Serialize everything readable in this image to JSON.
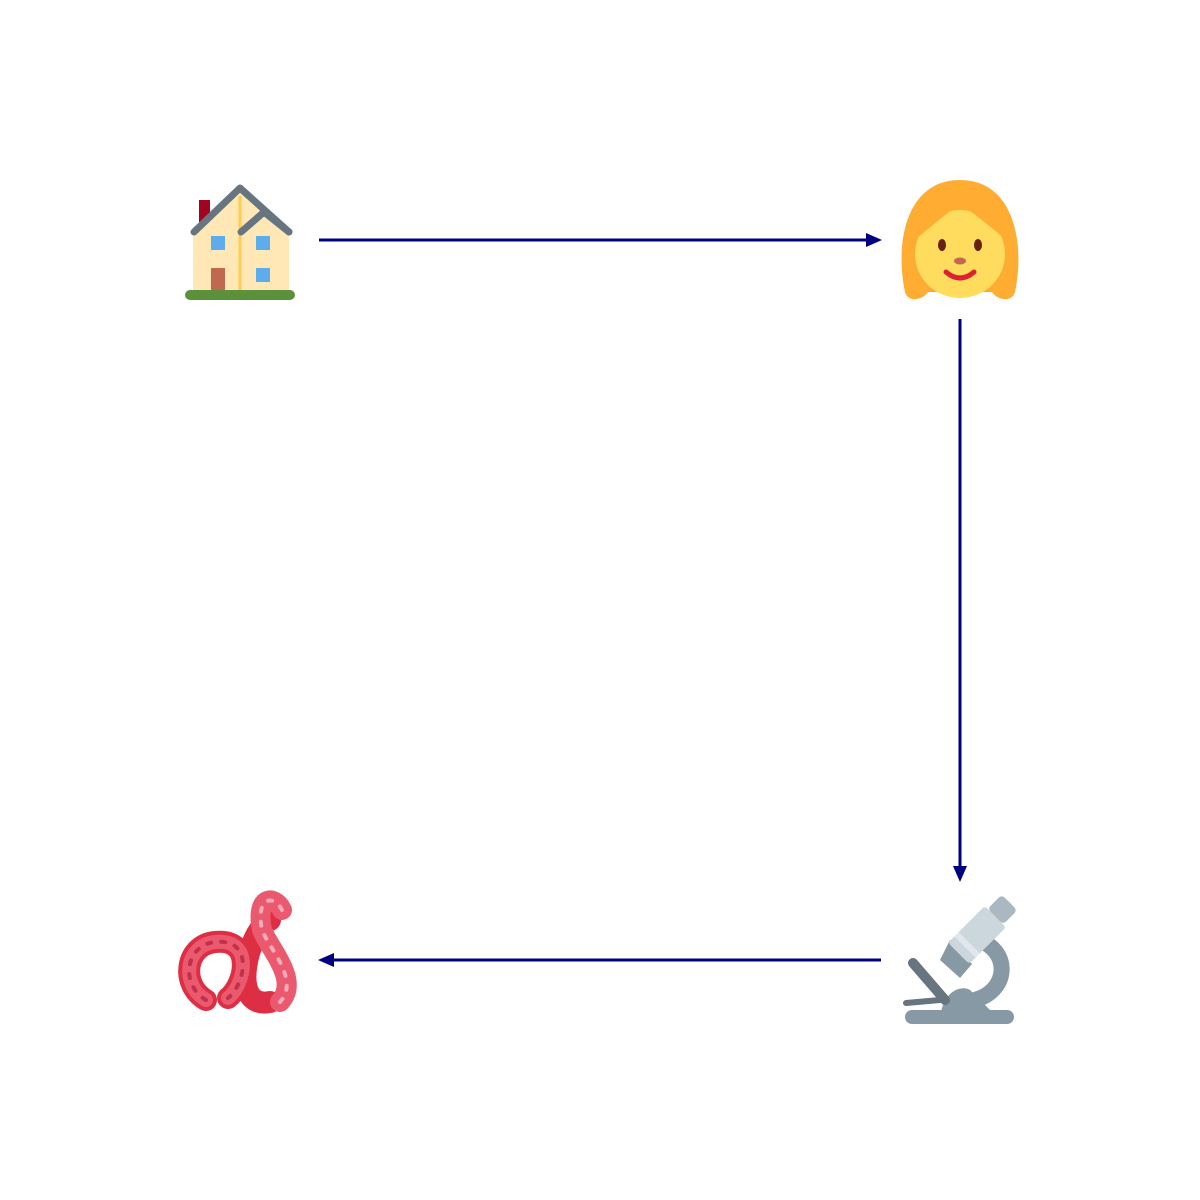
{
  "diagram": {
    "nodes": [
      {
        "id": "house",
        "icon": "house-icon"
      },
      {
        "id": "woman",
        "icon": "woman-icon"
      },
      {
        "id": "microscope",
        "icon": "microscope-icon"
      },
      {
        "id": "worm",
        "icon": "worm-icon"
      }
    ],
    "edges": [
      {
        "from": "house",
        "to": "woman"
      },
      {
        "from": "woman",
        "to": "microscope"
      },
      {
        "from": "microscope",
        "to": "worm"
      }
    ],
    "colors": {
      "arrow": "#00007f",
      "background": "#ffffff"
    }
  }
}
